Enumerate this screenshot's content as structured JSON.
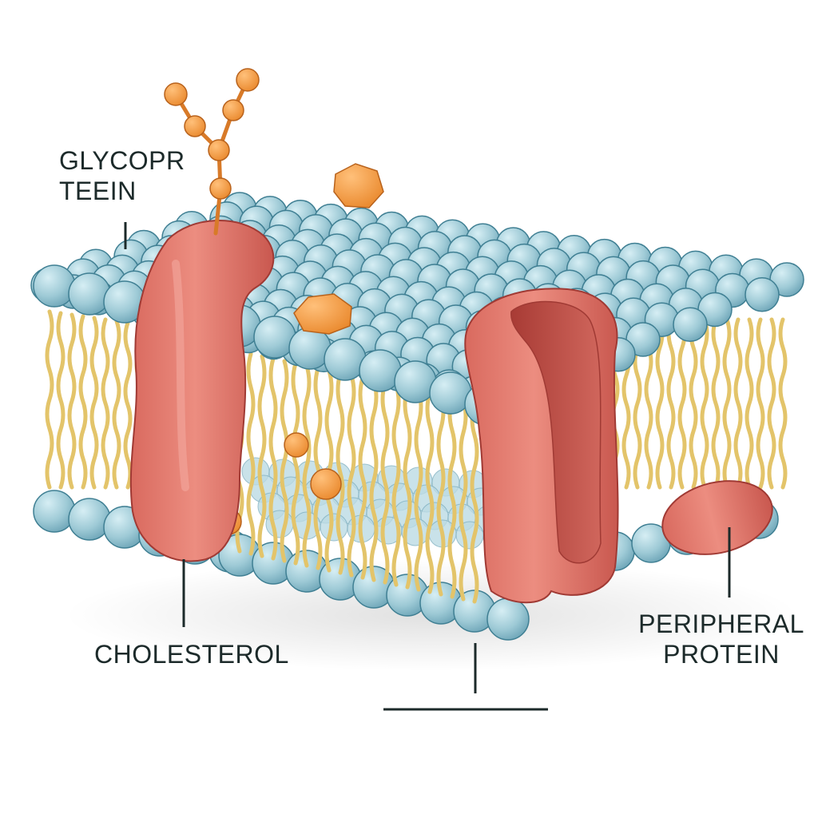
{
  "labels": {
    "glycoprotein_line1": "GLYCOPR",
    "glycoprotein_line2": "TEEIN",
    "cholesterol": "CHOLESTEROL",
    "peripheral_line1": "PERIPHERAL",
    "peripheral_line2": "PROTEIN"
  },
  "colors": {
    "phospholipid_head": "#9ecad6",
    "phospholipid_head_edge": "#3f7f93",
    "lipid_tail": "#e3c46a",
    "lipid_tail_edge": "#b0913a",
    "protein": "#e07d70",
    "protein_dark": "#b9473f",
    "protein_edge": "#a03a34",
    "carbohydrate": "#f0913a",
    "carbohydrate_edge": "#b8621c",
    "leader_line": "#1c2a2a"
  },
  "icons": [
    "phospholipid-bilayer",
    "glycoprotein-chain",
    "integral-protein",
    "channel-protein",
    "peripheral-protein",
    "cholesterol-granule"
  ]
}
